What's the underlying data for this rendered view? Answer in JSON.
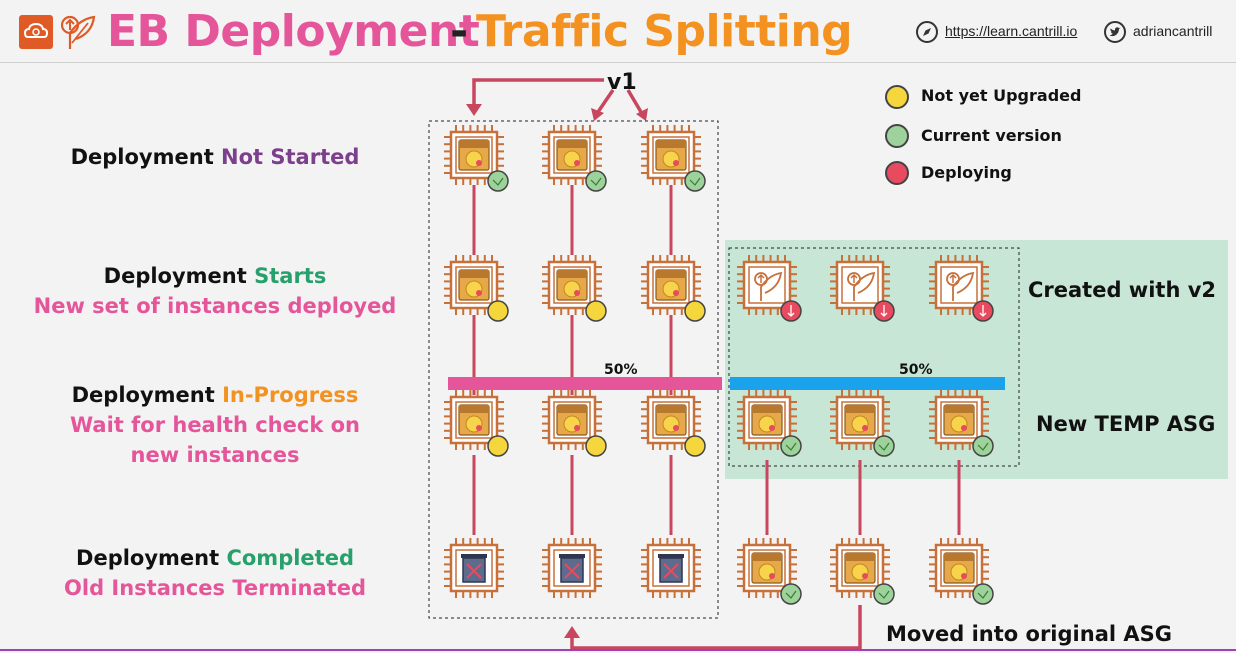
{
  "header": {
    "title_main": "EB Deployment",
    "title_dash": "-",
    "title_sub": "Traffic Splitting",
    "url": "https://learn.cantrill.io",
    "twitter": "adriancantrill"
  },
  "v1_label": "v1",
  "legend": [
    {
      "label": "Not yet Upgraded",
      "color": "#f5d63d"
    },
    {
      "label": "Current version",
      "color": "#9dd29a"
    },
    {
      "label": "Deploying",
      "color": "#e84a5f"
    }
  ],
  "stages": {
    "not_started": {
      "a": "Deployment",
      "b": "Not Started"
    },
    "starts": {
      "a": "Deployment",
      "b": "Starts",
      "c": "New set of instances deployed"
    },
    "in_progress": {
      "a": "Deployment",
      "b": "In-Progress",
      "c": "Wait for health check on",
      "d": "new instances"
    },
    "completed": {
      "a": "Deployment",
      "b": "Completed",
      "c": "Old Instances Terminated"
    }
  },
  "labels": {
    "created_v2": "Created with v2",
    "temp_asg": "New TEMP ASG",
    "moved": "Moved into original ASG",
    "pct_left": "50%",
    "pct_right": "50%"
  },
  "colors": {
    "pink": "#e5559a",
    "orange": "#f39221",
    "chip": "#c7703a",
    "arrow": "#c8465e",
    "blue_bar": "#1aa3ec",
    "asg_bg": "#c8e6d6"
  }
}
